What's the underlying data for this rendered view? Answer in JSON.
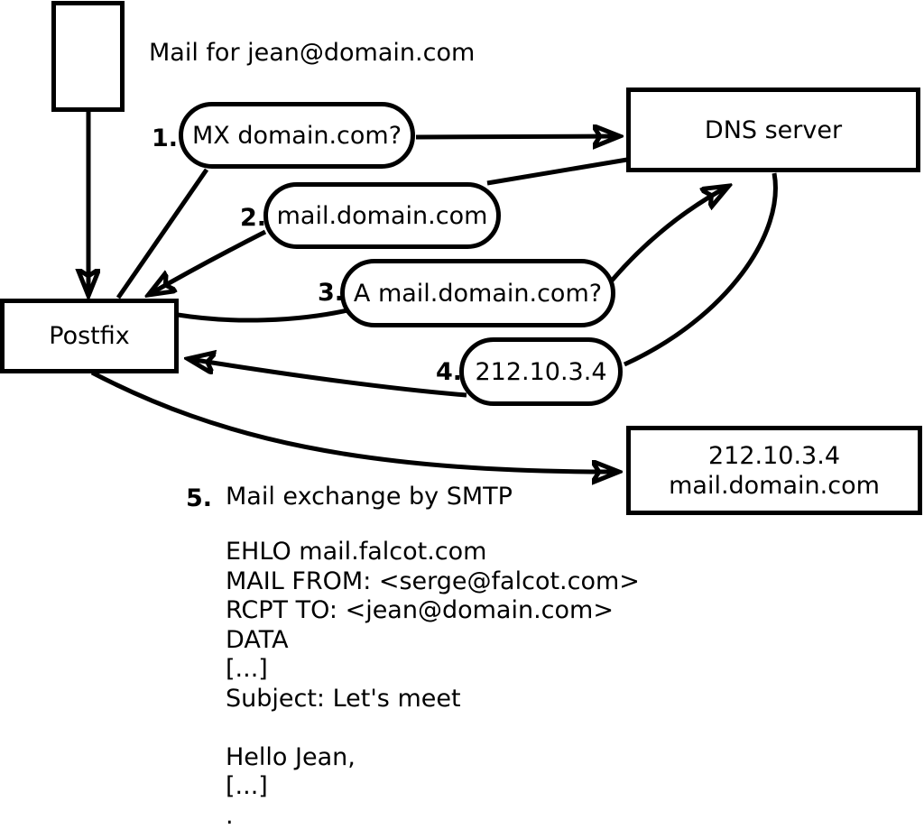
{
  "diagram": {
    "mail_note": "Mail for jean@domain.com",
    "nodes": {
      "postfix": "Postfix",
      "dns_server": "DNS server",
      "mail_server_line1": "212.10.3.4",
      "mail_server_line2": "mail.domain.com"
    },
    "steps": [
      {
        "num": "1.",
        "label": "MX domain.com?"
      },
      {
        "num": "2.",
        "label": "mail.domain.com"
      },
      {
        "num": "3.",
        "label": "A mail.domain.com?"
      },
      {
        "num": "4.",
        "label": "212.10.3.4"
      },
      {
        "num": "5.",
        "label": "Mail exchange by SMTP"
      }
    ],
    "smtp_session": "EHLO mail.falcot.com\nMAIL FROM: <serge@falcot.com>\nRCPT TO: <jean@domain.com>\nDATA\n[...]\nSubject: Let's meet\n\nHello Jean,\n[...]\n."
  },
  "colors": {
    "ink": "#000000",
    "background": "#ffffff"
  }
}
